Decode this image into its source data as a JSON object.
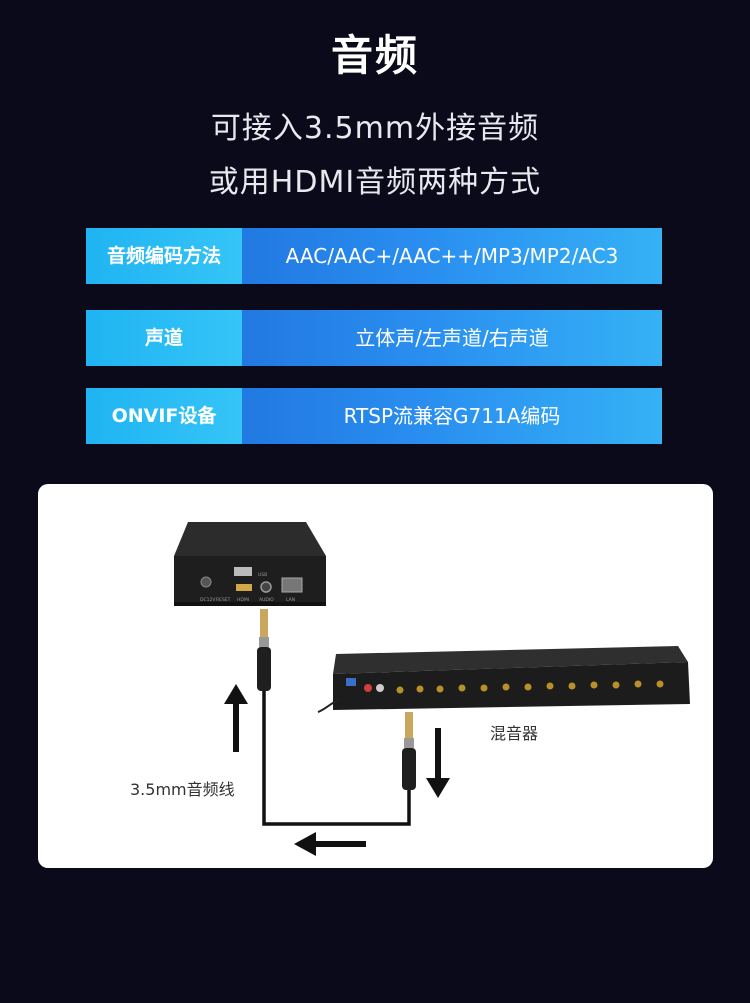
{
  "header": {
    "title": "音频",
    "subtitle_line1": "可接入3.5mm外接音频",
    "subtitle_line2": "或用HDMI音频两种方式"
  },
  "specs": [
    {
      "label": "音频编码方法",
      "value": "AAC/AAC+/AAC++/MP3/MP2/AC3"
    },
    {
      "label": "声道",
      "value": "立体声/左声道/右声道"
    },
    {
      "label": "ONVIF设备",
      "value": "RTSP流兼容G711A编码"
    }
  ],
  "diagram": {
    "mixer_label": "混音器",
    "cable_label": "3.5mm音频线",
    "encoder_ports": [
      "DC12V",
      "RESET",
      "HDMI",
      "AUDIO",
      "LAN",
      "USB"
    ]
  }
}
